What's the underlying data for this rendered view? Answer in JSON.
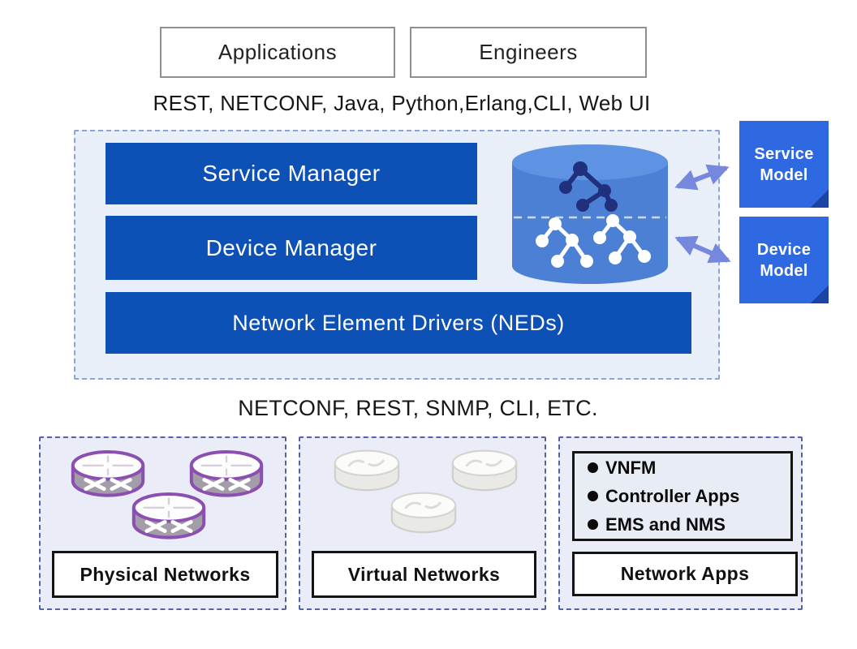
{
  "top": {
    "applications_label": "Applications",
    "engineers_label": "Engineers",
    "north_protocols": "REST, NETCONF, Java, Python,Erlang,CLI, Web UI"
  },
  "core": {
    "service_manager_label": "Service Manager",
    "device_manager_label": "Device Manager",
    "neds_label": "Network Element Drivers (NEDs)",
    "database_icon_name": "config-database-cylinder"
  },
  "models": {
    "service_model_label": "Service Model",
    "device_model_label": "Device Model"
  },
  "south_protocols": "NETCONF, REST, SNMP, CLI, ETC.",
  "networks": {
    "physical": {
      "label": "Physical Networks"
    },
    "virtual": {
      "label": "Virtual Networks"
    },
    "apps": {
      "label": "Network Apps",
      "items": [
        "VNFM",
        "Controller Apps",
        "EMS and NMS"
      ]
    }
  },
  "colors": {
    "layer_blue": "#0d51b6",
    "note_blue": "#2e69e1",
    "cylinder_blue": "#4b80d5",
    "cylinder_top_blue": "#5d93e2",
    "tree_dark_navy": "#20307d",
    "arrow_periwinkle": "#7687de",
    "platform_bg": "#e9eff8",
    "router_purple": "#8a4fb0"
  }
}
